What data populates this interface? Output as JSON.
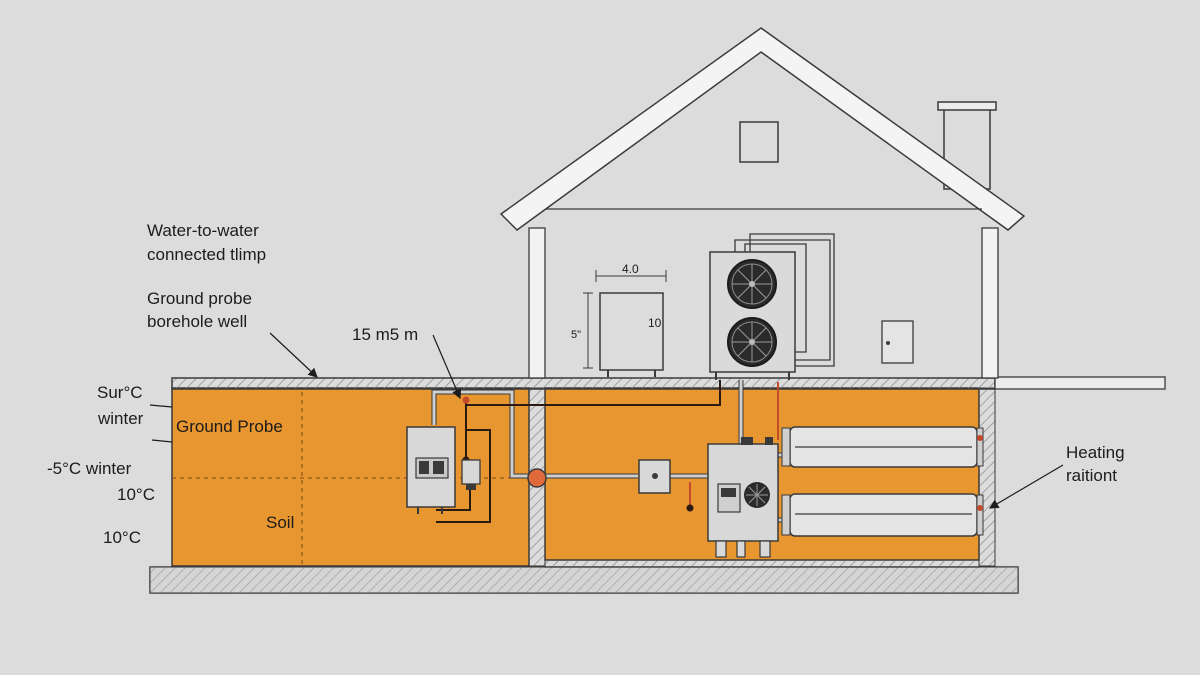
{
  "colors": {
    "background": "#dcdcdc",
    "soil": "#e8962f",
    "outline": "#3a3a3a",
    "hatch": "#8a8a8a",
    "pipe_red": "#c44a2a",
    "pump_node": "#e06a3c"
  },
  "labels": {
    "water_to_water_line1": "Water-to-water",
    "water_to_water_line2": "connected tlimp",
    "ground_probe_line1": "Ground probe",
    "ground_probe_line2": "borehole well",
    "depth": "15 m5  m",
    "surface_line1": "Sur°C",
    "surface_line2": "winter",
    "minus5_winter": "-5°C winter",
    "ten_c_a": "10°C",
    "ten_c_b": "10°C",
    "ground_probe_zone": "Ground Probe",
    "soil": "Soil",
    "dim_top": "4.0",
    "dim_right": "10",
    "dim_left": "5\"",
    "heating_line1": "Heating",
    "heating_line2": "raitiont"
  },
  "icons": {
    "fan": "fan-icon",
    "control_panel": "control-panel-icon"
  }
}
